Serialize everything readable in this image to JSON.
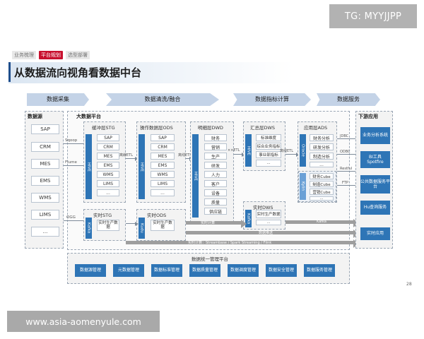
{
  "watermark_top": "TG: MYYJJPP",
  "watermark_bottom": "www.asia-aomenyule.com",
  "breadcrumb": [
    "业务梳理",
    "平台规划",
    "选型部署"
  ],
  "title": "从数据流向视角看数据中台",
  "stages": [
    "数据采集",
    "数据清洗/融合",
    "数据指标计算",
    "数据服务"
  ],
  "datasource": {
    "title": "数据源",
    "items": [
      "SAP",
      "CRM",
      "MES",
      "EMS",
      "WMS",
      "LIMS",
      "..."
    ]
  },
  "platform": {
    "title": "大数据平台"
  },
  "ingest_labels": [
    "Sqoop",
    "Flume",
    "OGG"
  ],
  "buffer": {
    "title": "缓冲层STG",
    "items": [
      "SAP",
      "CRM",
      "MES",
      "EMS",
      "WMS",
      "LIMS",
      "..."
    ],
    "bar": "HIVE"
  },
  "ods": {
    "title": "操作数据层ODS",
    "items": [
      "SAP",
      "CRM",
      "MES",
      "EMS",
      "WMS",
      "LIMS",
      "..."
    ],
    "bar": "HIVE"
  },
  "dwd": {
    "title": "明细层DWD",
    "items": [
      "财务",
      "营销",
      "生产",
      "研发",
      "人力",
      "客户",
      "设备",
      "质量",
      "供应链"
    ],
    "bar": "HIVE"
  },
  "dws": {
    "title": "汇总层DWS",
    "items": [
      "标准维度",
      "综合业务指标",
      "事业部指标",
      "..."
    ],
    "bar": "HIVE"
  },
  "ads": {
    "title": "应用层ADS",
    "items": [
      "财务分析",
      "研发分析",
      "制造分析",
      "..."
    ],
    "bar": "Oracle",
    "cube_items": [
      "财务Cube",
      "制造Cube",
      "营销Cube",
      "..."
    ],
    "cube_bar": "Kylin"
  },
  "realtime_stg": {
    "title": "实时STG",
    "item": "实时生产数据",
    "bar": "Kafka"
  },
  "realtime_ods": {
    "title": "实时ODS",
    "item": "实时生产数据",
    "bar": "Kudu"
  },
  "realtime_dws": {
    "title": "实时DWS",
    "items": [
      "实时生产数据",
      "..."
    ],
    "bar": "Kafka"
  },
  "flow_labels": {
    "etl1": "离線ETL",
    "etl2": "离线ETL",
    "etl3": "××ETL",
    "etl4": "离线ETL",
    "rt_calc": "实时计算",
    "data_push": "数据推送",
    "kafka": "Kafka",
    "jdbc1": "JDBC",
    "odbc": "ODBC",
    "restful": "Restful",
    "ftp": "FTP",
    "stream": "实时计算：Streambase / Spark Streaming / Flink"
  },
  "downstream": {
    "title": "下游应用",
    "items": [
      "业务分析系统",
      "BI工具 Spotfire",
      "公共数据服务平台",
      "Hu查询服务",
      "实时应用"
    ]
  },
  "management": {
    "title": "数据统一管理平台",
    "items": [
      "数据源管理",
      "元数据管理",
      "数据标准管理",
      "数据质量管理",
      "数据调度管理",
      "数据安全管理",
      "数据服务管理"
    ]
  },
  "page_number": "28",
  "colors": {
    "accent": "#2e75b6",
    "stage_bg": "#c4d3e7",
    "crumb_active": "#c8102e"
  }
}
